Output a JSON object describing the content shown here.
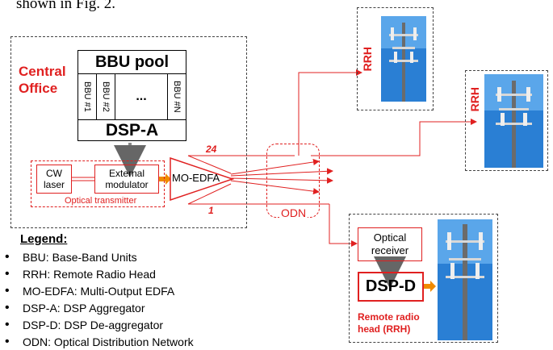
{
  "top_caption": "shown in Fig. 2.",
  "central_office": {
    "title_line1": "Central",
    "title_line2": "Office",
    "bbu_pool": {
      "title": "BBU pool",
      "units": [
        "BBU #1",
        "BBU #2",
        "...",
        "BBU #N"
      ]
    },
    "dsp_a": "DSP-A",
    "optical_transmitter": {
      "label": "Optical transmitter",
      "cw_laser_line1": "CW",
      "cw_laser_line2": "laser",
      "modulator_line1": "External",
      "modulator_line2": "modulator"
    },
    "edfa": "MO-EDFA",
    "port_top": "24",
    "port_bottom": "1"
  },
  "odn": "ODN",
  "rrh_label": "RRH",
  "remote_rrh": {
    "receiver_line1": "Optical",
    "receiver_line2": "receiver",
    "dsp_d": "DSP-D",
    "caption_line1": "Remote radio",
    "caption_line2": "head (RRH)"
  },
  "legend": {
    "title": "Legend:",
    "items": [
      "BBU: Base-Band Units",
      "RRH: Remote Radio Head",
      "MO-EDFA: Multi-Output EDFA",
      "DSP-A: DSP Aggregator",
      "DSP-D: DSP De-aggregator",
      "ODN: Optical Distribution Network"
    ]
  },
  "colors": {
    "accent": "#e02020",
    "sky": "#2a7fd4",
    "arrow_orange": "#f08a00"
  }
}
